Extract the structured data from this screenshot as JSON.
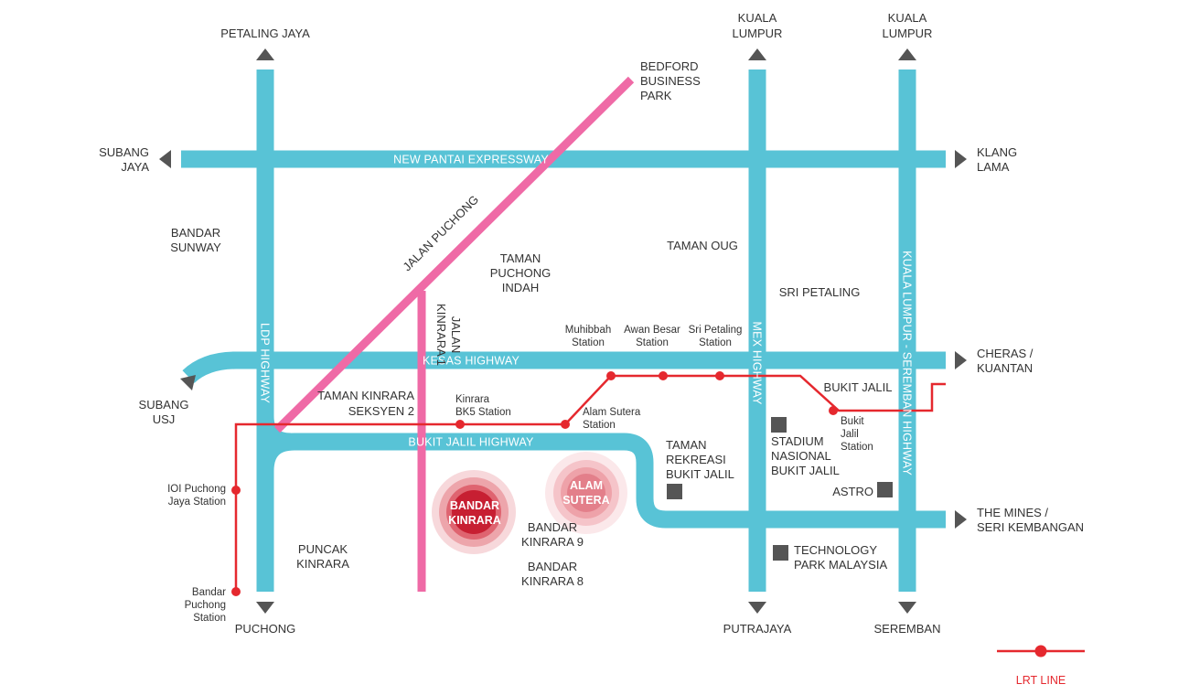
{
  "colors": {
    "highway": "#58c3d6",
    "jalan_puchong": "#ef6aa6",
    "lrt": "#e5282e",
    "arrow": "#555555",
    "landmark": "#555555",
    "text": "#333333"
  },
  "roads": {
    "new_pantai": "NEW PANTAI EXPRESSWAY",
    "kesas": "KESAS HIGHWAY",
    "bukit_jalil": "BUKIT JALIL HIGHWAY",
    "ldp": "LDP HIGHWAY",
    "mex": "MEX HIGHWAY",
    "klseremban": "KUALA LUMPUR - SEREMBAN HIGHWAY",
    "jalan_puchong": "JALAN PUCHONG",
    "jalan_kinrara_1_line1": "JALAN",
    "jalan_kinrara_1_line2": "KINRARA 1"
  },
  "destinations": {
    "petaling_jaya": "PETALING JAYA",
    "kl1_line1": "KUALA",
    "kl1_line2": "LUMPUR",
    "kl2_line1": "KUALA",
    "kl2_line2": "LUMPUR",
    "bedford_line1": "BEDFORD",
    "bedford_line2": "BUSINESS",
    "bedford_line3": "PARK",
    "subang_jaya_line1": "SUBANG",
    "subang_jaya_line2": "JAYA",
    "klang_lama_line1": "KLANG",
    "klang_lama_line2": "LAMA",
    "subang_usj_line1": "SUBANG",
    "subang_usj_line2": "USJ",
    "cheras_line1": "CHERAS /",
    "cheras_line2": "KUANTAN",
    "mines_line1": "THE MINES /",
    "mines_line2": "SERI KEMBANGAN",
    "puchong": "PUCHONG",
    "putrajaya": "PUTRAJAYA",
    "seremban": "SEREMBAN"
  },
  "areas": {
    "bandar_sunway_line1": "BANDAR",
    "bandar_sunway_line2": "SUNWAY",
    "taman_puchong_indah_line1": "TAMAN",
    "taman_puchong_indah_line2": "PUCHONG",
    "taman_puchong_indah_line3": "INDAH",
    "taman_oug": "TAMAN OUG",
    "sri_petaling": "SRI PETALING",
    "taman_kinrara_line1": "TAMAN KINRARA",
    "taman_kinrara_line2": "SEKSYEN 2",
    "bukit_jalil": "BUKIT JALIL",
    "taman_rekreasi_line1": "TAMAN",
    "taman_rekreasi_line2": "REKREASI",
    "taman_rekreasi_line3": "BUKIT JALIL",
    "stadium_line1": "STADIUM",
    "stadium_line2": "NASIONAL",
    "stadium_line3": "BUKIT JALIL",
    "astro": "ASTRO",
    "technology_park_line1": "TECHNOLOGY",
    "technology_park_line2": "PARK MALAYSIA",
    "puncak_kinrara_line1": "PUNCAK",
    "puncak_kinrara_line2": "KINRARA",
    "bandar_kinrara_9_line1": "BANDAR",
    "bandar_kinrara_9_line2": "KINRARA 9",
    "bandar_kinrara_8_line1": "BANDAR",
    "bandar_kinrara_8_line2": "KINRARA 8"
  },
  "stations": {
    "muhibbah_line1": "Muhibbah",
    "muhibbah_line2": "Station",
    "awan_besar_line1": "Awan Besar",
    "awan_besar_line2": "Station",
    "sri_petaling_line1": "Sri Petaling",
    "sri_petaling_line2": "Station",
    "kinrara_bk5_line1": "Kinrara",
    "kinrara_bk5_line2": "BK5 Station",
    "alam_sutera_line1": "Alam Sutera",
    "alam_sutera_line2": "Station",
    "bukit_jalil_line1": "Bukit",
    "bukit_jalil_line2": "Jalil",
    "bukit_jalil_line3": "Station",
    "ioi_puchong_line1": "IOI Puchong",
    "ioi_puchong_line2": "Jaya Station",
    "bandar_puchong_line1": "Bandar",
    "bandar_puchong_line2": "Puchong",
    "bandar_puchong_line3": "Station"
  },
  "highlights": {
    "bandar_kinrara_line1": "BANDAR",
    "bandar_kinrara_line2": "KINRARA",
    "alam_sutera_line1": "ALAM",
    "alam_sutera_line2": "SUTERA"
  },
  "legend": {
    "lrt_line": "LRT LINE"
  }
}
